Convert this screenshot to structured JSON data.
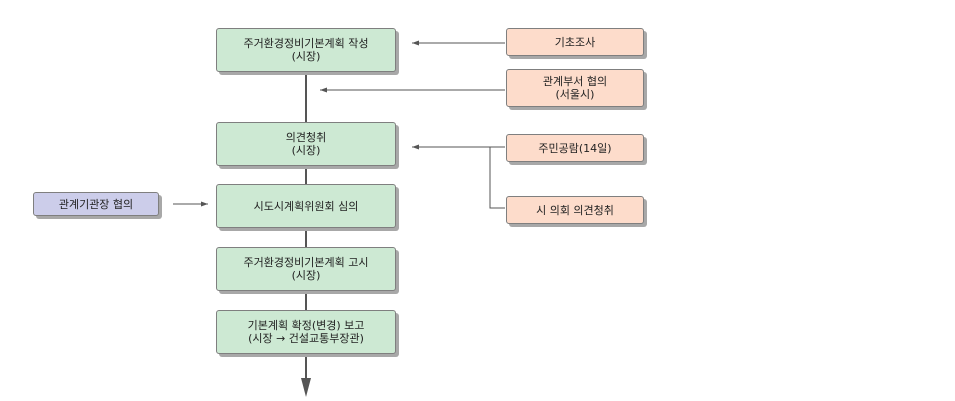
{
  "main_flow": {
    "step1": {
      "line1": "주거환경정비기본계획 작성",
      "line2": "(시장)"
    },
    "step2": {
      "line1": "의견청취",
      "line2": "(시장)"
    },
    "step3": {
      "line1": "시도시계획위원회 심의"
    },
    "step4": {
      "line1": "주거환경정비기본계획 고시",
      "line2": "(시장)"
    },
    "step5": {
      "line1": "기본계획 확정(변경) 보고",
      "line2": "(시장 → 건설교통부장관)"
    }
  },
  "side_inputs": {
    "basic_survey": {
      "label": "기초조사"
    },
    "dept_consult": {
      "line1": "관계부서 협의",
      "line2": "(서울시)"
    },
    "public_review": {
      "label": "주민공람(14일)"
    },
    "council_opinion": {
      "label": "시 의회 의견청취"
    }
  },
  "left_inputs": {
    "agency_consult": {
      "label": "관계기관장 협의"
    }
  },
  "colors": {
    "main_fill": "#cde9d3",
    "side_fill": "#fddccb",
    "left_fill": "#cccdea",
    "border": "#7f7f7f",
    "connector": "#555555",
    "shadow": "#a8a8a8"
  }
}
